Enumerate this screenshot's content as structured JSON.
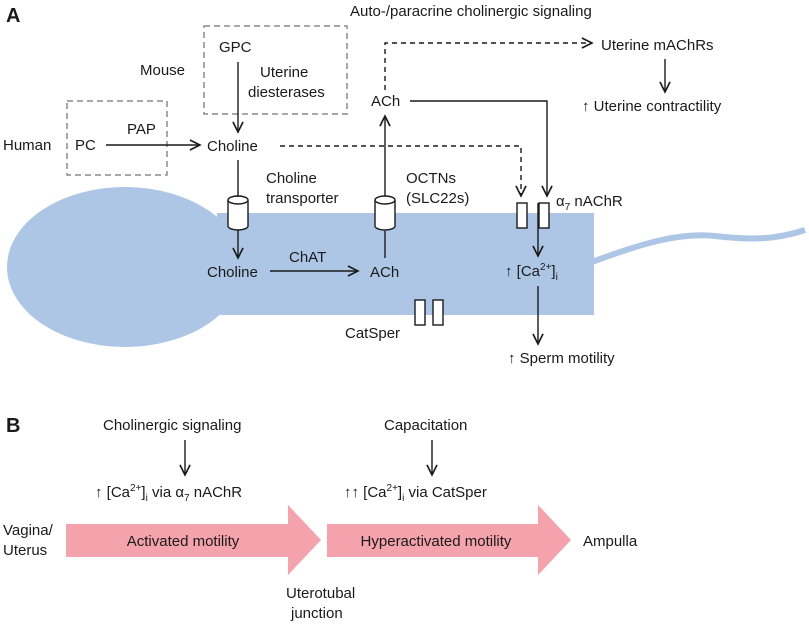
{
  "panel_a": {
    "label": "A",
    "auto_paracrine": "Auto-/paracrine cholinergic signaling",
    "mouse": "Mouse",
    "gpc": "GPC",
    "uterine_diesterases": [
      "Uterine",
      "diesterases"
    ],
    "human": "Human",
    "pc": "PC",
    "pap": "PAP",
    "choline_top": "Choline",
    "ach_top": "ACh",
    "uterine_machrs": "Uterine mAChRs",
    "uterine_contractility": "↑ Uterine contractility",
    "choline_transporter": [
      "Choline",
      "transporter"
    ],
    "octns": [
      "OCTNs",
      "(SLC22s)"
    ],
    "a7_nachr": {
      "alpha": "α",
      "sub": "7",
      "rest": " nAChR"
    },
    "choline_in": "Choline",
    "chat": "ChAT",
    "ach_in": "ACh",
    "ca_increase": {
      "prefix": "↑ [Ca",
      "sup": "2+",
      "close": "]",
      "sub": "i"
    },
    "catsper": "CatSper",
    "sperm_motility": "↑ Sperm motility"
  },
  "panel_b": {
    "label": "B",
    "cholinergic_signaling": "Cholinergic signaling",
    "capacitation": "Capacitation",
    "ca_via_a7": {
      "prefix": "↑ [Ca",
      "sup": "2+",
      "close": "]",
      "sub": "i",
      "mid": " via ",
      "alpha": "α",
      "alpha_sub": "7",
      "rest": " nAChR"
    },
    "ca_via_catsper": {
      "prefix": "↑↑ [Ca",
      "sup": "2+",
      "close": "]",
      "sub": "i",
      "rest": " via CatSper"
    },
    "vagina_uterus": [
      "Vagina/",
      "Uterus"
    ],
    "activated_motility": "Activated motility",
    "hyperactivated_motility": "Hyperactivated motility",
    "ampulla": "Ampulla",
    "uterotubal_junction": [
      "Uterotubal",
      "junction"
    ]
  },
  "colors": {
    "sperm_fill": "#aec6e6",
    "arrow_fill": "#f4a3ad",
    "dashed_box": "#8a8a8a",
    "line": "#1a1a1a"
  }
}
